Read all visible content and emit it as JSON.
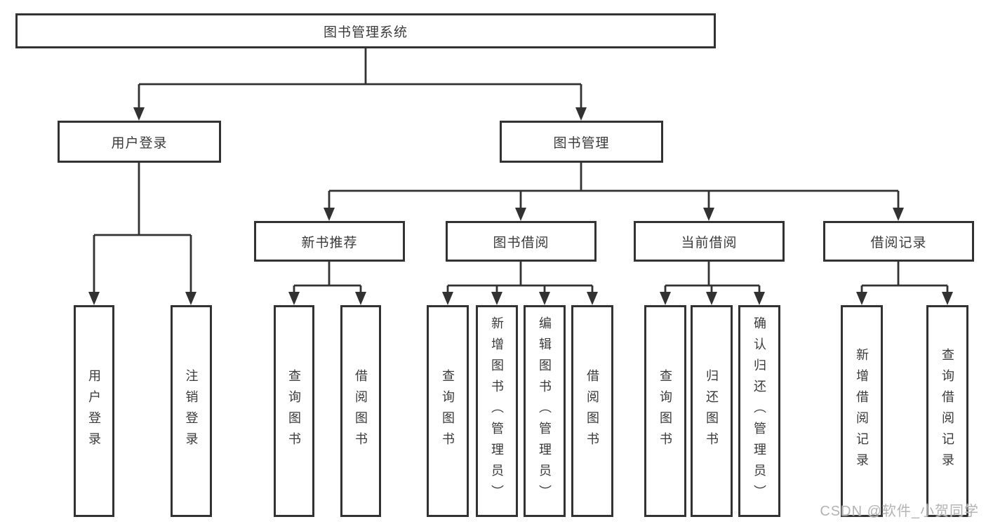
{
  "colors": {
    "line": "#323232",
    "text": "#3a3a3a",
    "watermark_text_color": "#b3b3b3",
    "background": "#ffffff"
  },
  "tree": {
    "label": "图书管理系统",
    "children": [
      {
        "label": "用户登录",
        "children": [
          {
            "label": "用户登录"
          },
          {
            "label": "注销登录"
          }
        ]
      },
      {
        "label": "图书管理",
        "children": [
          {
            "label": "新书推荐",
            "children": [
              {
                "label": "查询图书"
              },
              {
                "label": "借阅图书"
              }
            ]
          },
          {
            "label": "图书借阅",
            "children": [
              {
                "label": "查询图书"
              },
              {
                "label": "新增图书（管理员）"
              },
              {
                "label": "编辑图书（管理员）"
              },
              {
                "label": "借阅图书"
              }
            ]
          },
          {
            "label": "当前借阅",
            "children": [
              {
                "label": "查询图书"
              },
              {
                "label": "归还图书"
              },
              {
                "label": "确认归还（管理员）"
              }
            ]
          },
          {
            "label": "借阅记录",
            "children": [
              {
                "label": "新增借阅记录"
              },
              {
                "label": "查询借阅记录"
              }
            ]
          }
        ]
      }
    ]
  },
  "watermark": {
    "text": "CSDN @软件_小贺同学"
  }
}
